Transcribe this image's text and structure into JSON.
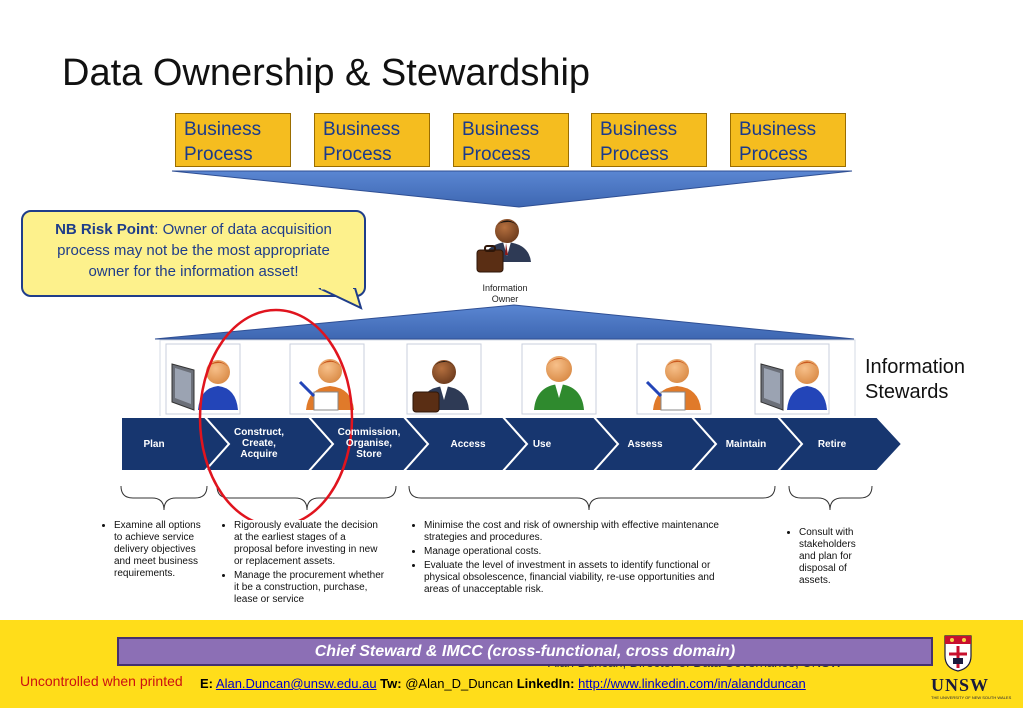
{
  "title": "Data Ownership & Stewardship",
  "business_processes": [
    {
      "line1": "Business",
      "line2": "Process"
    },
    {
      "line1": "Business",
      "line2": "Process"
    },
    {
      "line1": "Business",
      "line2": "Process"
    },
    {
      "line1": "Business",
      "line2": "Process"
    },
    {
      "line1": "Business",
      "line2": "Process"
    }
  ],
  "callout": {
    "bold": "NB Risk Point",
    "text": ": Owner of data acquisition process may not be the most appropriate owner for the information asset!"
  },
  "information_owner": {
    "line1": "Information",
    "line2": "Owner"
  },
  "information_stewards": {
    "line1": "Information",
    "line2": "Stewards"
  },
  "stages": [
    {
      "lines": [
        "Plan"
      ]
    },
    {
      "lines": [
        "Construct,",
        "Create,",
        "Acquire"
      ]
    },
    {
      "lines": [
        "Commission,",
        "Organise,",
        "Store"
      ]
    },
    {
      "lines": [
        "Access"
      ]
    },
    {
      "lines": [
        "Use"
      ]
    },
    {
      "lines": [
        "Assess"
      ]
    },
    {
      "lines": [
        "Maintain"
      ]
    },
    {
      "lines": [
        "Retire"
      ]
    }
  ],
  "bullet_groups": [
    {
      "items": [
        "Examine all options to achieve service delivery objectives and meet business requirements."
      ]
    },
    {
      "items": [
        "Rigorously evaluate the decision at the earliest stages of a proposal before investing in new or replacement assets.",
        "Manage the procurement whether it be a construction, purchase, lease or service"
      ]
    },
    {
      "items": [
        "Minimise the cost and risk of ownership with effective maintenance strategies and procedures.",
        "Manage operational costs.",
        "Evaluate the level of investment in assets to identify functional or physical obsolescence, financial viability, re-use opportunities and areas of unacceptable risk."
      ]
    },
    {
      "items": [
        "Consult with stakeholders and plan for disposal of assets."
      ]
    }
  ],
  "chief_steward": "Chief Steward & IMCC (cross-functional, cross domain)",
  "author_line": "Alan Duncan, Director of Data Governance, UNSW",
  "uncontrolled": "Uncontrolled when printed",
  "contact": {
    "e_label": "E:",
    "email": "Alan.Duncan@unsw.edu.au",
    "tw_label": "Tw:",
    "twitter": "@Alan_D_Duncan",
    "li_label": "LinkedIn:",
    "linkedin": "http://www.linkedin.com/in/alandduncan"
  },
  "logo": {
    "text": "UNSW",
    "sub": "THE UNIVERSITY OF NEW SOUTH WALES"
  },
  "colors": {
    "business_process": "#f5bd1f",
    "funnel": "#4a77c4",
    "stage_arrow": "#17366f",
    "callout_fill": "#fdf18c",
    "risk_circle": "#e0141e",
    "footer_band": "#ffdd1a",
    "chief_bar": "#8c6fb5"
  },
  "icons": {
    "owner": "businessman-briefcase-icon",
    "stewards": [
      "computer-user-icon",
      "writing-person-icon",
      "businessman-briefcase-icon",
      "green-person-icon",
      "writing-person-icon",
      "computer-user-icon"
    ],
    "logo": "unsw-crest-icon"
  }
}
